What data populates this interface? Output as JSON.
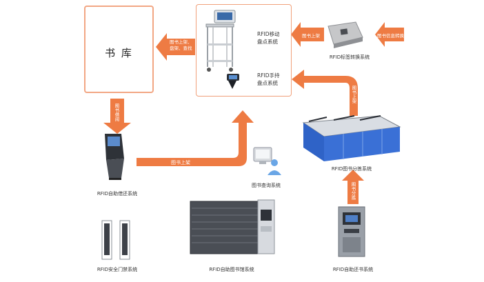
{
  "colors": {
    "accent": "#ee7b43",
    "box_border": "#f0a07a",
    "device_blue": "#2f63c7"
  },
  "nodes": {
    "stacks": "书 库",
    "mobile_inventory": [
      "RFID移动",
      "盘点系统"
    ],
    "handheld_inventory": [
      "RFID手持",
      "盘点系统"
    ],
    "tag_conversion": "RFID标签转换系统",
    "self_checkout": "RFID自助借还系统",
    "book_query": "图书查询系统",
    "sorting": "RFID图书分拣系统",
    "security_gate": "RFID安全门禁系统",
    "self_library": "RFID自助图书馆系统",
    "self_return": "RFID自助还书系统"
  },
  "arrows": {
    "to_stacks": [
      "图书上架、",
      "盘架、查找"
    ],
    "stacks_down": "图书借阅",
    "checkout_to_inventory": "图书上架",
    "sorting_up": "图书上架",
    "tag_to_inventory": "图书上架",
    "info_to_tag": "图书信息转换",
    "return_up": "图书分拣"
  }
}
